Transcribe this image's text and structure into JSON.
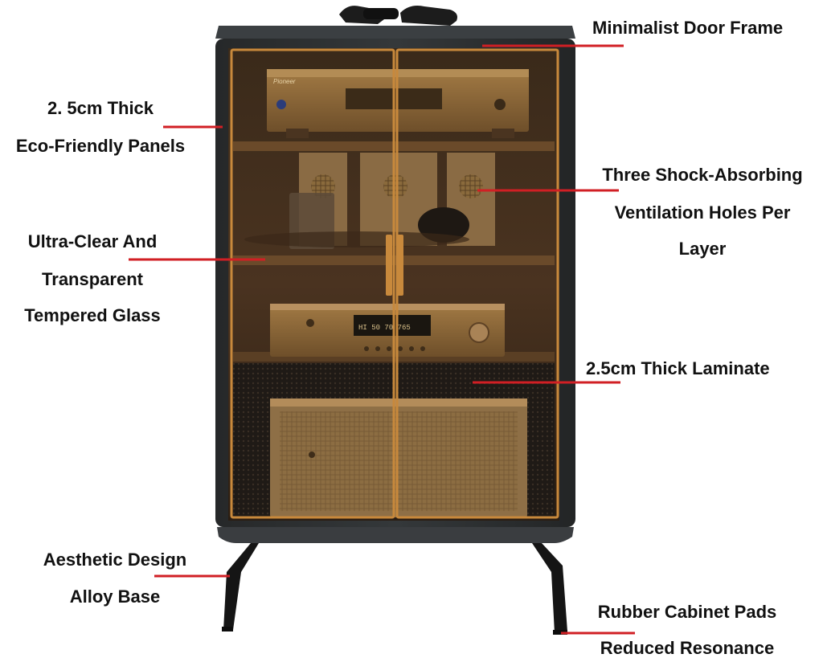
{
  "colors": {
    "leader_line": "#d11f24",
    "cabinet_body": "#2e3133",
    "gold_trim": "#c8893c",
    "tinted_glass": "#3a2a1c"
  },
  "callouts": {
    "door_frame": {
      "lines": [
        "Minimalist Door Frame"
      ]
    },
    "panels": {
      "lines": [
        "2. 5cm Thick",
        "Eco-Friendly Panels"
      ]
    },
    "ventilation": {
      "lines": [
        "Three Shock-Absorbing",
        "Ventilation Holes Per",
        "Layer"
      ]
    },
    "glass": {
      "lines": [
        "Ultra-Clear And",
        "Transparent",
        "Tempered Glass"
      ]
    },
    "laminate": {
      "lines": [
        "2.5cm Thick Laminate"
      ]
    },
    "base": {
      "lines": [
        "Aesthetic Design",
        "Alloy Base"
      ]
    },
    "pads": {
      "lines": [
        "Rubber Cabinet Pads",
        "Reduced Resonance"
      ]
    }
  },
  "product": {
    "brand_badge": "Pioneer",
    "display_readout": "HI 50 70 765"
  }
}
